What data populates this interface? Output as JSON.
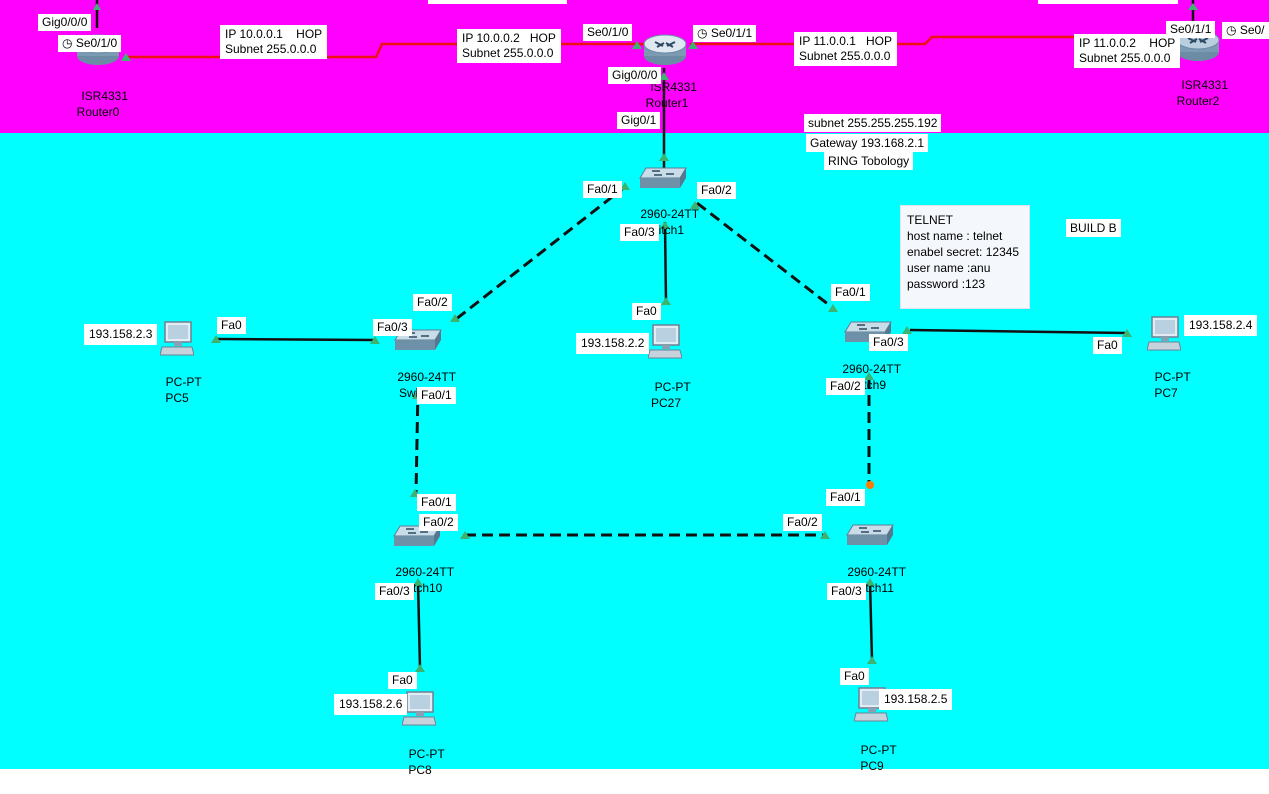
{
  "colors": {
    "wan_area": "#ff00ff",
    "lan_area": "#00ffff",
    "serial_link": "#ee1111",
    "copper_link": "#111111",
    "port_up": "#3cb371",
    "port_down": "#ff7a00"
  },
  "routers": [
    {
      "id": "router0",
      "model": "ISR4331",
      "name": "Router0"
    },
    {
      "id": "router1",
      "model": "ISR4331",
      "name": "Router1"
    },
    {
      "id": "router2",
      "model": "ISR4331",
      "name": "Router2"
    }
  ],
  "switches": [
    {
      "id": "switch1",
      "model": "2960-24TT",
      "name": "Switch1"
    },
    {
      "id": "switch8",
      "model": "2960-24TT",
      "name": "Switch8"
    },
    {
      "id": "switch9",
      "model": "2960-24TT",
      "name": "Switch9"
    },
    {
      "id": "switch10",
      "model": "2960-24TT",
      "name": "Switch10"
    },
    {
      "id": "switch11",
      "model": "2960-24TT",
      "name": "Switch11"
    }
  ],
  "pcs": [
    {
      "id": "pc5",
      "model": "PC-PT",
      "name": "PC5",
      "ip": "193.158.2.3"
    },
    {
      "id": "pc27",
      "model": "PC-PT",
      "name": "PC27",
      "ip": "193.158.2.2"
    },
    {
      "id": "pc7",
      "model": "PC-PT",
      "name": "PC7",
      "ip": "193.158.2.4"
    },
    {
      "id": "pc8",
      "model": "PC-PT",
      "name": "PC8",
      "ip": "193.158.2.6"
    },
    {
      "id": "pc9",
      "model": "PC-PT",
      "name": "PC9",
      "ip": "193.158.2.5"
    }
  ],
  "wan_notes": {
    "r0_r1_left": "IP 10.0.0.1    HOP\nSubnet 255.0.0.0",
    "r0_r1_right": "IP 10.0.0.2   HOP\nSubnet 255.0.0.0",
    "r1_r2_left": "IP 11.0.0.1   HOP\nSubnet 255.0.0.0",
    "r1_r2_right": "IP 11.0.0.2    HOP\nSubnet 255.0.0.0"
  },
  "lan_notes": {
    "subnet": "subnet 255.255.255.192",
    "gateway": "Gateway 193.168.2.1",
    "topology": "RING Tobology",
    "build": "BUILD B"
  },
  "telnet_note": "TELNET\nhost name : telnet\nenabel secret: 12345\nuser name :anu\npassword :123",
  "ports": {
    "r0_gig": "Gig0/0/0",
    "r0_se": "Se0/1/0",
    "r1_se010": "Se0/1/0",
    "r1_se011": "Se0/1/1",
    "r1_gig000": "Gig0/0/0",
    "r1_gig01": "Gig0/1",
    "r2_se011": "Se0/1/1",
    "r2_se0": "Se0/",
    "sw1_fa01": "Fa0/1",
    "sw1_fa02": "Fa0/2",
    "sw1_fa03": "Fa0/3",
    "sw8_fa02": "Fa0/2",
    "sw8_fa03": "Fa0/3",
    "sw8_fa01": "Fa0/1",
    "pc5_fa0": "Fa0",
    "pc27_fa0": "Fa0",
    "sw9_fa01": "Fa0/1",
    "sw9_fa03": "Fa0/3",
    "sw9_fa02": "Fa0/2",
    "pc7_fa0": "Fa0",
    "sw10_fa01": "Fa0/1",
    "sw10_fa02": "Fa0/2",
    "sw10_fa03": "Fa0/3",
    "sw11_fa01": "Fa0/1",
    "sw11_fa02": "Fa0/2",
    "sw11_fa03": "Fa0/3",
    "pc8_fa0": "Fa0",
    "pc9_fa0": "Fa0"
  }
}
